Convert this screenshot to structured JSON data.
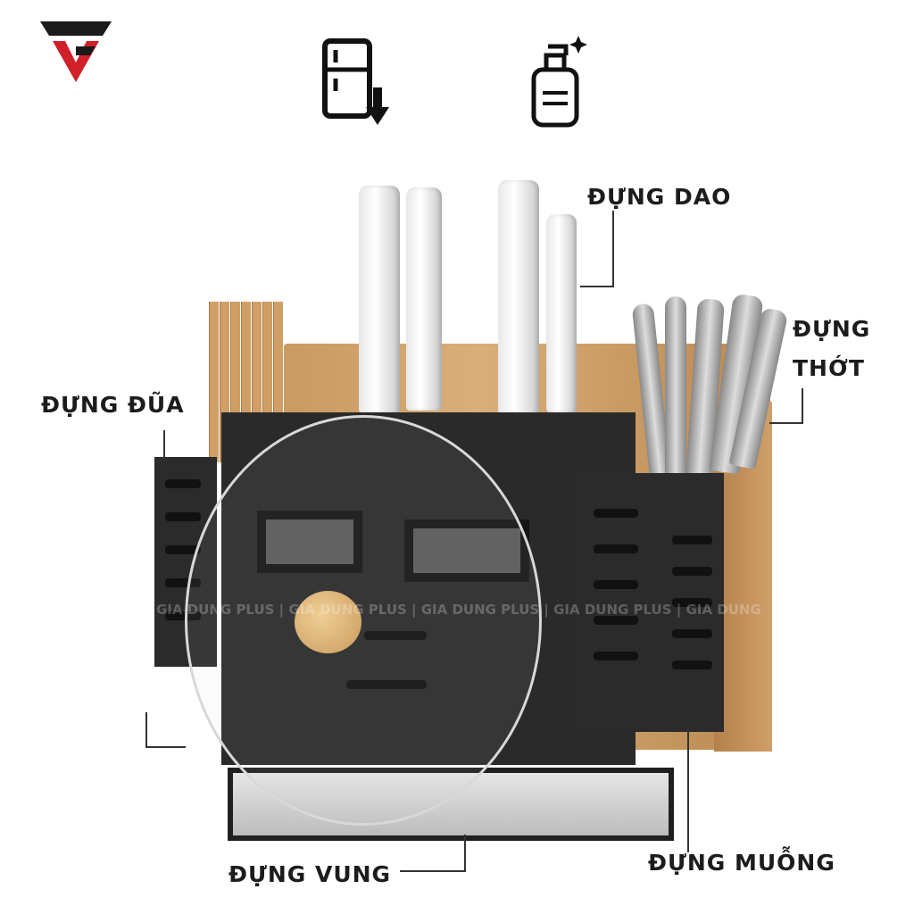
{
  "logo": {
    "icon": "brand-logo",
    "colors": [
      "#1a1a1a",
      "#d0202a"
    ]
  },
  "top_icons": [
    {
      "icon": "fridge-download-icon"
    },
    {
      "icon": "soap-bottle-icon"
    }
  ],
  "labels": {
    "knife": "ĐỰNG DAO",
    "board_1": "ĐỰNG",
    "board_2": "THỚT",
    "chopsticks": "ĐỰNG ĐŨA",
    "lid": "ĐỰNG VUNG",
    "spoon": "ĐỰNG MUỖNG"
  },
  "watermark": "GIA DUNG PLUS | GIA DUNG PLUS | GIA DUNG PLUS | GIA DUNG PLUS | GIA DUNG"
}
